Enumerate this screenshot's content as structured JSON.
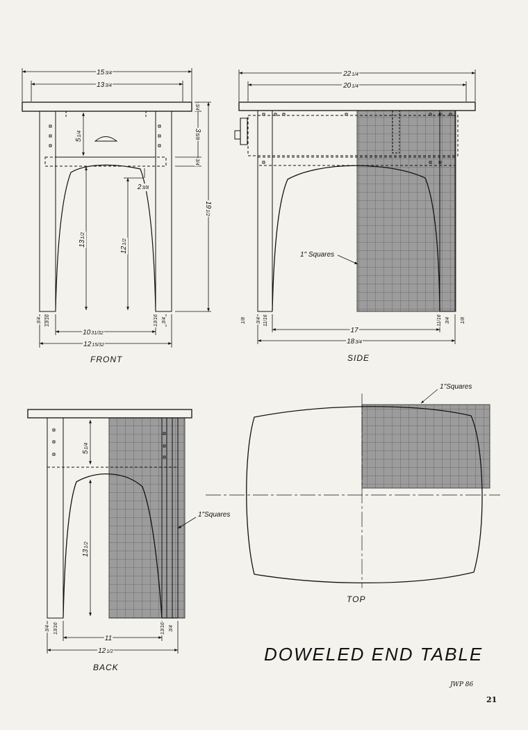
{
  "title": "DOWELED END TABLE",
  "page_number": "21",
  "signature": "JWP 86",
  "views": {
    "front": {
      "caption": "FRONT",
      "dims": {
        "top_width": {
          "whole": "15",
          "num": "3",
          "den": "4"
        },
        "apron_width": {
          "whole": "13",
          "num": "3",
          "den": "4"
        },
        "drawer_height": {
          "whole": "5",
          "num": "1",
          "den": "4"
        },
        "leg_height": {
          "whole": "13",
          "num": "1",
          "den": "2"
        },
        "arch_rise": {
          "whole": "2",
          "num": "3",
          "den": "8"
        },
        "arch_height": {
          "whole": "12",
          "num": "1",
          "den": "2"
        },
        "total_height": {
          "whole": "19",
          "num": "1",
          "den": "2"
        },
        "top_thick": {
          "whole": "",
          "num": "3",
          "den": "4"
        },
        "drawer_front": {
          "whole": "3",
          "num": "5",
          "den": "8"
        },
        "rail_thick": {
          "whole": "",
          "num": "3",
          "den": "4"
        },
        "inner_span": {
          "whole": "10",
          "num": "31",
          "den": "32"
        },
        "outer_span": {
          "whole": "12",
          "num": "15",
          "den": "32"
        },
        "leg_l1": {
          "whole": "",
          "num": "3",
          "den": "4"
        },
        "leg_l2": {
          "whole": "",
          "num": "13",
          "den": "16"
        },
        "leg_r1": {
          "whole": "",
          "num": "13",
          "den": "16"
        },
        "leg_r2": {
          "whole": "",
          "num": "3",
          "den": "4"
        }
      }
    },
    "side": {
      "caption": "SIDE",
      "squares_label": "1\" Squares",
      "dims": {
        "top_depth": {
          "whole": "22",
          "num": "1",
          "den": "4"
        },
        "apron_depth": {
          "whole": "20",
          "num": "1",
          "den": "4"
        },
        "inner_span": {
          "whole": "17",
          "num": "",
          "den": ""
        },
        "outer_span": {
          "whole": "18",
          "num": "3",
          "den": "4"
        },
        "l1": {
          "whole": "",
          "num": "1",
          "den": "8"
        },
        "l2": {
          "whole": "",
          "num": "3",
          "den": "4"
        },
        "l3": {
          "whole": "",
          "num": "11",
          "den": "16"
        },
        "r1": {
          "whole": "",
          "num": "11",
          "den": "16"
        },
        "r2": {
          "whole": "",
          "num": "3",
          "den": "4"
        },
        "r3": {
          "whole": "",
          "num": "1",
          "den": "8"
        }
      }
    },
    "back": {
      "caption": "BACK",
      "squares_label": "1\"Squares",
      "dims": {
        "upper": {
          "whole": "5",
          "num": "1",
          "den": "4"
        },
        "leg_height": {
          "whole": "13",
          "num": "1",
          "den": "2"
        },
        "inner_span": {
          "whole": "11",
          "num": "",
          "den": ""
        },
        "outer_span": {
          "whole": "12",
          "num": "1",
          "den": "2"
        },
        "l1": {
          "whole": "",
          "num": "3",
          "den": "4"
        },
        "l2": {
          "whole": "",
          "num": "13",
          "den": "16"
        },
        "r1": {
          "whole": "",
          "num": "13",
          "den": "16"
        },
        "r2": {
          "whole": "",
          "num": "3",
          "den": "4"
        }
      }
    },
    "top": {
      "caption": "TOP",
      "squares_label": "1\"Squares"
    }
  }
}
